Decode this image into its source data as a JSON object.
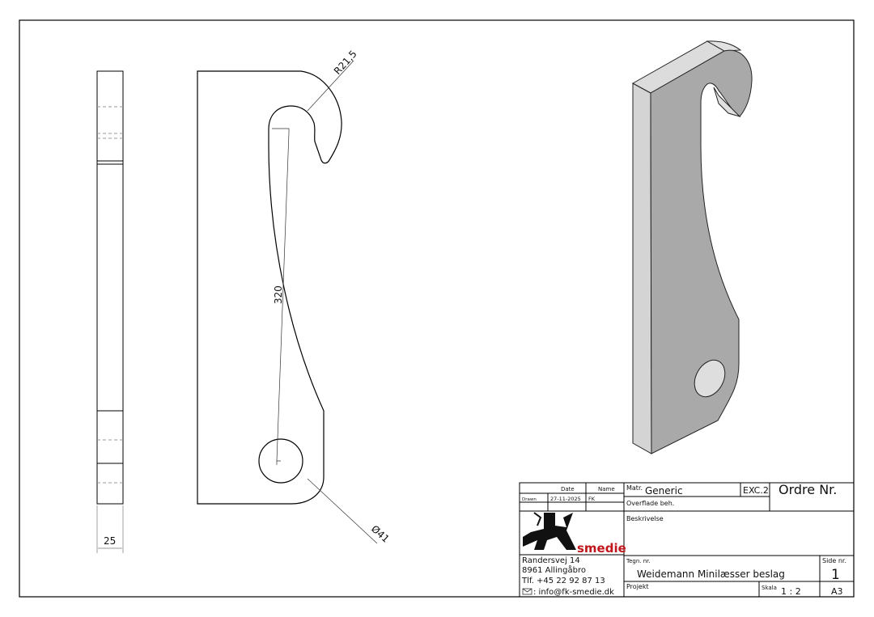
{
  "views": {
    "side_dimension": "25",
    "length_dimension": "320",
    "radius_dimension": "R21,5",
    "hole_dimension": "Ø41"
  },
  "title_block": {
    "date_header": "Date",
    "name_header": "Name",
    "drawn_label": "Drawn",
    "drawn_date": "27-11-2025",
    "drawn_name": "FK",
    "matr_label": "Matr.",
    "matr_value": "Generic",
    "matr_code": "EXC.2",
    "order_label": "Ordre Nr.",
    "surface_label": "Overflade beh.",
    "description_label": "Beskrivelse",
    "logo_text": "fk smedie",
    "address_line1": "Randersvej 14",
    "address_line2": "8961 Allingåbro",
    "phone": "Tlf. +45 22 92 87 13",
    "email": ": info@fk-smedie.dk",
    "drawing_no_label": "Tegn. nr.",
    "drawing_title": "Weidemann Minilæsser beslag",
    "page_label": "Side nr.",
    "page_value": "1",
    "project_label": "Projekt",
    "scale_label": "Skala",
    "scale_value": "1 : 2",
    "paper_size": "A3"
  }
}
